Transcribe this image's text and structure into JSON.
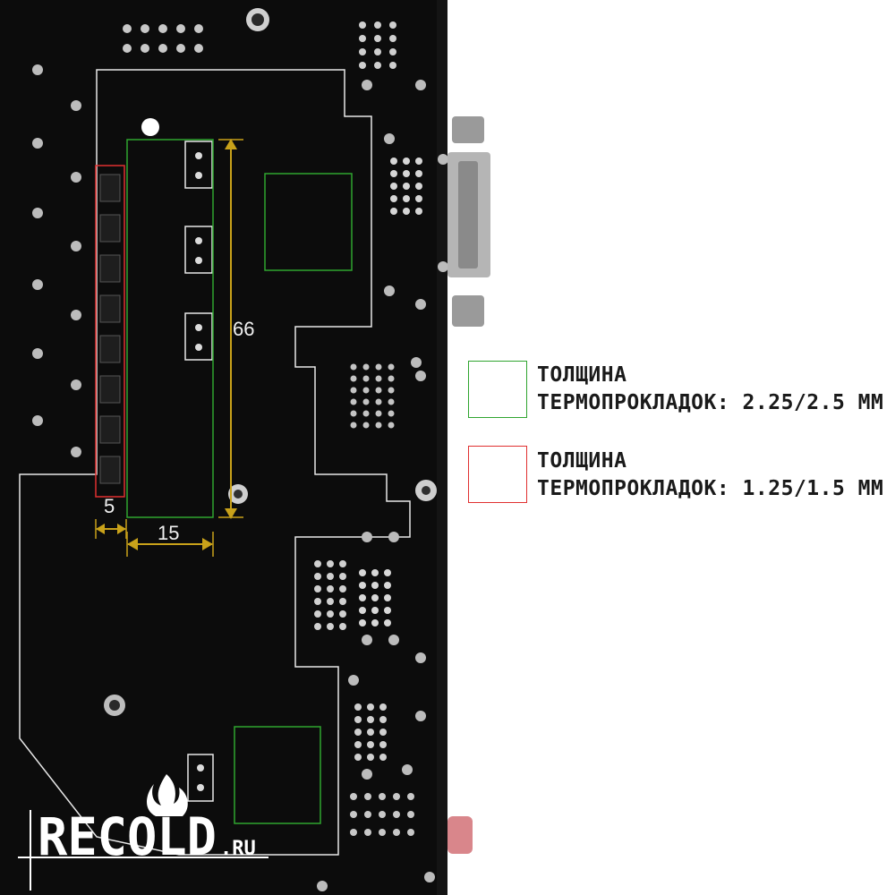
{
  "dimensions": {
    "height": "66",
    "width": "15",
    "gap": "5"
  },
  "legend": [
    {
      "color": "#2fa52f",
      "line1": "ТОЛЩИНА",
      "line2": "ТЕРМОПРОКЛАДОК: 2.25/2.5 ММ"
    },
    {
      "color": "#e03030",
      "line1": "ТОЛЩИНА",
      "line2": "ТЕРМОПРОКЛАДОК: 1.25/1.5 ММ"
    }
  ],
  "logo": {
    "main": "RECOLD",
    "suffix": ".RU"
  },
  "colors": {
    "pcb": "#0c0c0c",
    "outline": "#e8e8e8",
    "dimension": "#c9a21a"
  }
}
